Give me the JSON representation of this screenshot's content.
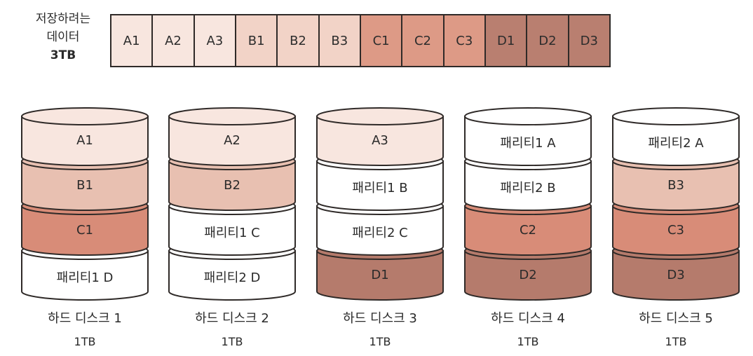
{
  "data_to_store": {
    "line1": "저장하려는",
    "line2": "데이터",
    "size": "3TB"
  },
  "blocks": [
    {
      "label": "A1",
      "color": "#f8e6df"
    },
    {
      "label": "A2",
      "color": "#f8e6df"
    },
    {
      "label": "A3",
      "color": "#f8e6df"
    },
    {
      "label": "B1",
      "color": "#f2d3c7"
    },
    {
      "label": "B2",
      "color": "#f2d3c7"
    },
    {
      "label": "B3",
      "color": "#f2d3c7"
    },
    {
      "label": "C1",
      "color": "#dd9a86"
    },
    {
      "label": "C2",
      "color": "#dd9a86"
    },
    {
      "label": "C3",
      "color": "#dd9a86"
    },
    {
      "label": "D1",
      "color": "#b97f70"
    },
    {
      "label": "D2",
      "color": "#b97f70"
    },
    {
      "label": "D3",
      "color": "#b97f70"
    }
  ],
  "colors": {
    "A": "#f8e6df",
    "B": "#e8c0b1",
    "C": "#d88c78",
    "D": "#b57b6c",
    "parity": "#ffffff",
    "outline": "#2f2a28"
  },
  "disks": [
    {
      "name": "하드 디스크 1",
      "capacity": "1TB",
      "slabs": [
        {
          "label": "A1",
          "kind": "A"
        },
        {
          "label": "B1",
          "kind": "B"
        },
        {
          "label": "C1",
          "kind": "C"
        },
        {
          "label": "패리티1 D",
          "kind": "parity"
        }
      ]
    },
    {
      "name": "하드 디스크 2",
      "capacity": "1TB",
      "slabs": [
        {
          "label": "A2",
          "kind": "A"
        },
        {
          "label": "B2",
          "kind": "B"
        },
        {
          "label": "패리티1 C",
          "kind": "parity"
        },
        {
          "label": "패리티2 D",
          "kind": "parity"
        }
      ]
    },
    {
      "name": "하드 디스크 3",
      "capacity": "1TB",
      "slabs": [
        {
          "label": "A3",
          "kind": "A"
        },
        {
          "label": "패리티1 B",
          "kind": "parity"
        },
        {
          "label": "패리티2 C",
          "kind": "parity"
        },
        {
          "label": "D1",
          "kind": "D"
        }
      ]
    },
    {
      "name": "하드 디스크 4",
      "capacity": "1TB",
      "slabs": [
        {
          "label": "패리티1 A",
          "kind": "parity"
        },
        {
          "label": "패리티2 B",
          "kind": "parity"
        },
        {
          "label": "C2",
          "kind": "C"
        },
        {
          "label": "D2",
          "kind": "D"
        }
      ]
    },
    {
      "name": "하드 디스크 5",
      "capacity": "1TB",
      "slabs": [
        {
          "label": "패리티2 A",
          "kind": "parity"
        },
        {
          "label": "B3",
          "kind": "B"
        },
        {
          "label": "C3",
          "kind": "C"
        },
        {
          "label": "D3",
          "kind": "D"
        }
      ]
    }
  ]
}
